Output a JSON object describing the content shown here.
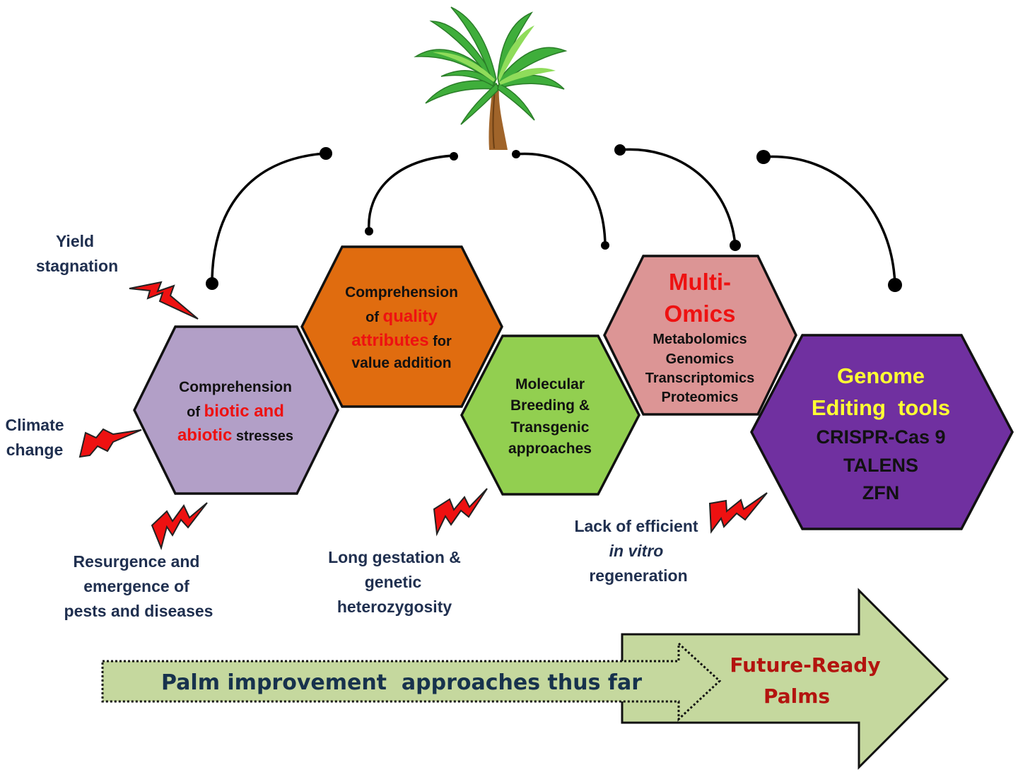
{
  "colors": {
    "hex_stress": "#b29fc7",
    "hex_quality": "#e06c0f",
    "hex_breeding": "#92cf50",
    "hex_omics": "#dc9595",
    "hex_genome": "#7030a0",
    "arrow_fill": "#c5d89e",
    "accent_red": "#ee1111",
    "title_red": "#b3140f",
    "title_navy": "#17324d",
    "genome_title_yellow": "#ffff33"
  },
  "hexagons": {
    "stress": {
      "line1": "Comprehension",
      "line2_pre": "of ",
      "line2_red": "biotic and",
      "line3_red": "abiotic",
      "line3_post": " stresses"
    },
    "quality": {
      "line1": "Comprehension",
      "line2_pre": "of ",
      "line2_red": "quality",
      "line3_red": "attributes",
      "line3_post": " for",
      "line4": "value addition"
    },
    "breeding": {
      "lines": [
        "Molecular",
        "Breeding &",
        "Transgenic",
        "approaches"
      ]
    },
    "omics": {
      "title1": "Multi-",
      "title2": "Omics",
      "items": [
        "Metabolomics",
        "Genomics",
        "Transcriptomics",
        "Proteomics"
      ]
    },
    "genome": {
      "title1": "Genome",
      "title2": "Editing  tools",
      "items": [
        "CRISPR-Cas 9",
        "TALENS",
        "ZFN"
      ]
    }
  },
  "constraints": {
    "yield": [
      "Yield",
      "stagnation"
    ],
    "climate": [
      "Climate",
      "change"
    ],
    "pests": [
      "Resurgence and",
      "emergence of",
      "pests and diseases"
    ],
    "gestation": [
      "Long gestation &",
      "genetic",
      "heterozygosity"
    ],
    "invitro_line1": "Lack of efficient",
    "invitro_line2": "in vitro",
    "invitro_line3": "regeneration"
  },
  "arrows": {
    "past": "Palm improvement  approaches thus far",
    "future_line1": "Future-Ready",
    "future_line2": "Palms"
  },
  "icons": [
    "palm-tree-icon",
    "lightning-bolt-icon"
  ]
}
